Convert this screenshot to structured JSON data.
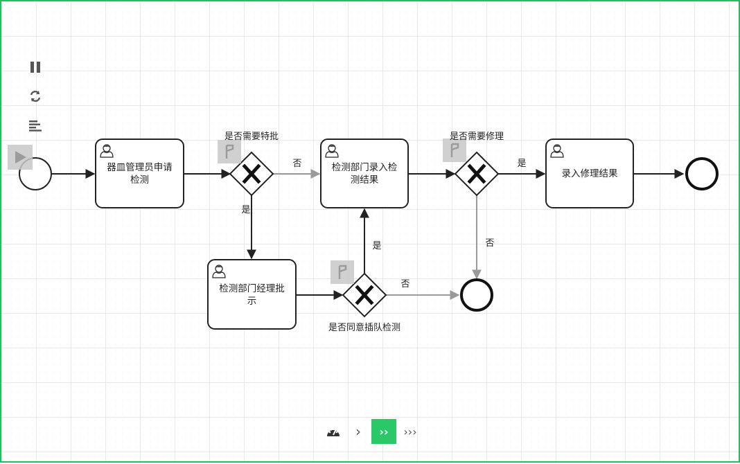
{
  "controls": {
    "pause_icon": "pause-icon",
    "reset_icon": "refresh-icon",
    "log_icon": "log-list-icon",
    "play_icon": "play-icon"
  },
  "diagram": {
    "tasks": {
      "apply": {
        "line1": "器皿管理员申请",
        "line2": "检测"
      },
      "record": {
        "line1": "检测部门录入检",
        "line2": "测结果"
      },
      "repair": {
        "line1": "录入修理结果",
        "line2": ""
      },
      "approve": {
        "line1": "检测部门经理批",
        "line2": "示"
      }
    },
    "gateways": {
      "special": "是否需要特批",
      "repair": "是否需要修理",
      "agree": "是否同意插队检测"
    },
    "flows": {
      "special_no": "否",
      "special_yes": "是",
      "repair_yes": "是",
      "repair_no": "否",
      "agree_yes": "是",
      "agree_no": "否"
    },
    "colors": {
      "active_flow": "#222222",
      "inactive_flow": "#9a9a9a",
      "frame": "#20c060"
    }
  },
  "speed": {
    "speedometer_icon": "speedometer-icon",
    "slow": "›",
    "normal": "››",
    "fast": "›››",
    "active_color": "#2bc86a"
  }
}
